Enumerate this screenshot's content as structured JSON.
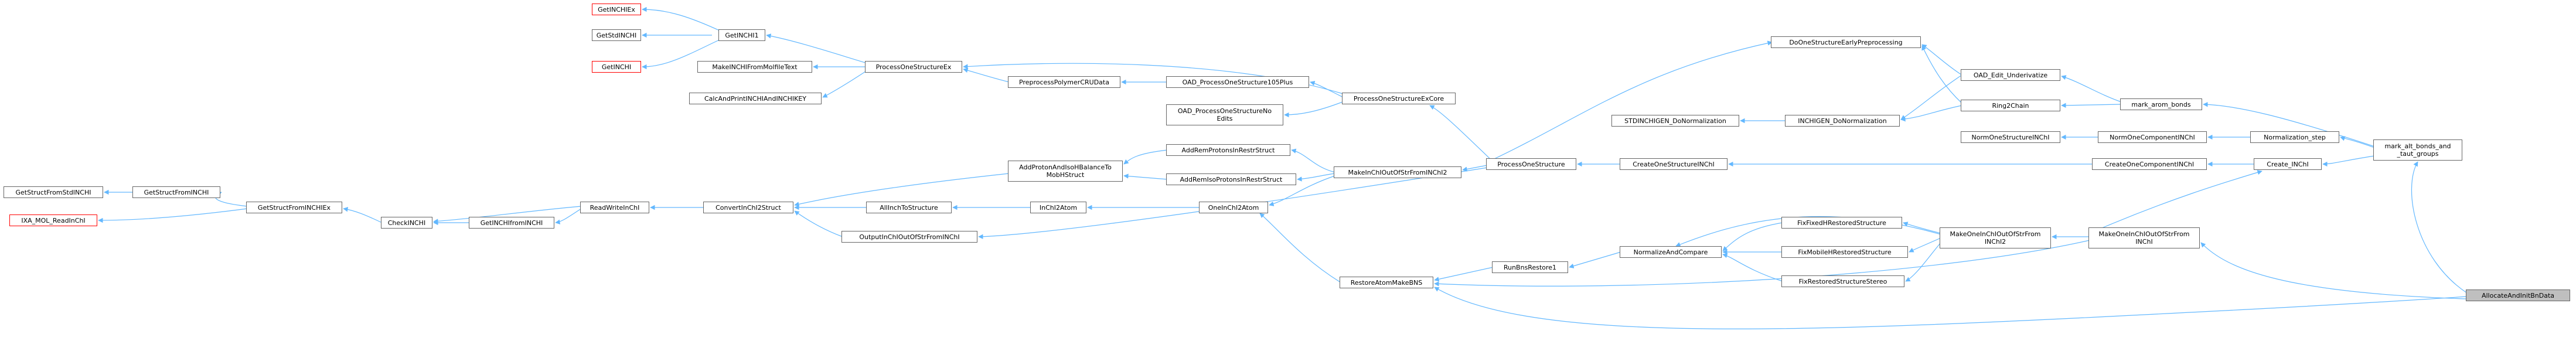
{
  "colors": {
    "edge": "#63b8ff",
    "node_border": "#666666",
    "red_border": "#ff0000",
    "current_fill": "#bfbfbf"
  },
  "nodes": {
    "GetINCHIEx": "GetINCHIEx",
    "GetStdINCHI": "GetStdINCHI",
    "GetINCHI": "GetINCHI",
    "GetINCHI1": "GetINCHI1",
    "MakeINCHIFromMolfileText": "MakeINCHIFromMolfileText",
    "CalcAndPrintINCHIAndINCHIKEY": "CalcAndPrintINCHIAndINCHIKEY",
    "ProcessOneStructureEx": "ProcessOneStructureEx",
    "PreprocessPolymerCRUData": "PreprocessPolymerCRUData",
    "OAD_ProcessOneStructure105Plus": "OAD_ProcessOneStructure105Plus",
    "OAD_ProcessOneStructureNoEdits": "OAD_ProcessOneStructureNo\nEdits",
    "ProcessOneStructureExCore": "ProcessOneStructureExCore",
    "DoOneStructureEarlyPreprocessing": "DoOneStructureEarlyPreprocessing",
    "OAD_Edit_Underivatize": "OAD_Edit_Underivatize",
    "Ring2Chain": "Ring2Chain",
    "mark_arom_bonds": "mark_arom_bonds",
    "STDINCHIGEN_DoNormalization": "STDINCHIGEN_DoNormalization",
    "INCHIGEN_DoNormalization": "INCHIGEN_DoNormalization",
    "NormOneStructureINChI": "NormOneStructureINChI",
    "NormOneComponentINChI": "NormOneComponentINChI",
    "Normalization_step": "Normalization_step",
    "mark_alt_bonds_and_taut_groups": "mark_alt_bonds_and\n_taut_groups",
    "GetStructFromStdINCHI": "GetStructFromStdINCHI",
    "GetStructFromINCHI": "GetStructFromINCHI",
    "IXA_MOL_ReadInChI": "IXA_MOL_ReadInChI",
    "GetStructFromINCHIEx": "GetStructFromINCHIEx",
    "CheckINCHI": "CheckINCHI",
    "GetINCHIfromINCHI": "GetINCHIfromINCHI",
    "ReadWriteInChI": "ReadWriteInChI",
    "ConvertInChI2Struct": "ConvertInChI2Struct",
    "AddProtonAndIsoHBalanceToMobHStruct": "AddProtonAndIsoHBalanceTo\nMobHStruct",
    "AddRemProtonsInRestrStruct": "AddRemProtonsInRestrStruct",
    "AddRemIsoProtonsInRestrStruct": "AddRemIsoProtonsInRestrStruct",
    "MakeInChIOutOfStrFromINChI2": "MakeInChIOutOfStrFromINChI2",
    "ProcessOneStructure": "ProcessOneStructure",
    "CreateOneStructureINChI": "CreateOneStructureINChI",
    "CreateOneComponentINChI": "CreateOneComponentINChI",
    "Create_INChI": "Create_INChI",
    "AllInchToStructure": "AllInchToStructure",
    "InChI2Atom": "InChI2Atom",
    "OneInChI2Atom": "OneInChI2Atom",
    "OutputInChIOutOfStrFromINChI": "OutputInChIOutOfStrFromINChI",
    "FixFixedHRestoredStructure": "FixFixedHRestoredStructure",
    "FixMobileHRestoredStructure": "FixMobileHRestoredStructure",
    "FixRestoredStructureStereo": "FixRestoredStructureStereo",
    "MakeOneInChIOutOfStrFromINChI2": "MakeOneInChIOutOfStrFrom\nINChI2",
    "MakeOneInChIOutOfStrFromINChI": "MakeOneInChIOutOfStrFrom\nINChI",
    "NormalizeAndCompare": "NormalizeAndCompare",
    "RunBnsRestore1": "RunBnsRestore1",
    "RestoreAtomMakeBNS": "RestoreAtomMakeBNS",
    "AllocateAndInitBnData": "AllocateAndInitBnData"
  }
}
